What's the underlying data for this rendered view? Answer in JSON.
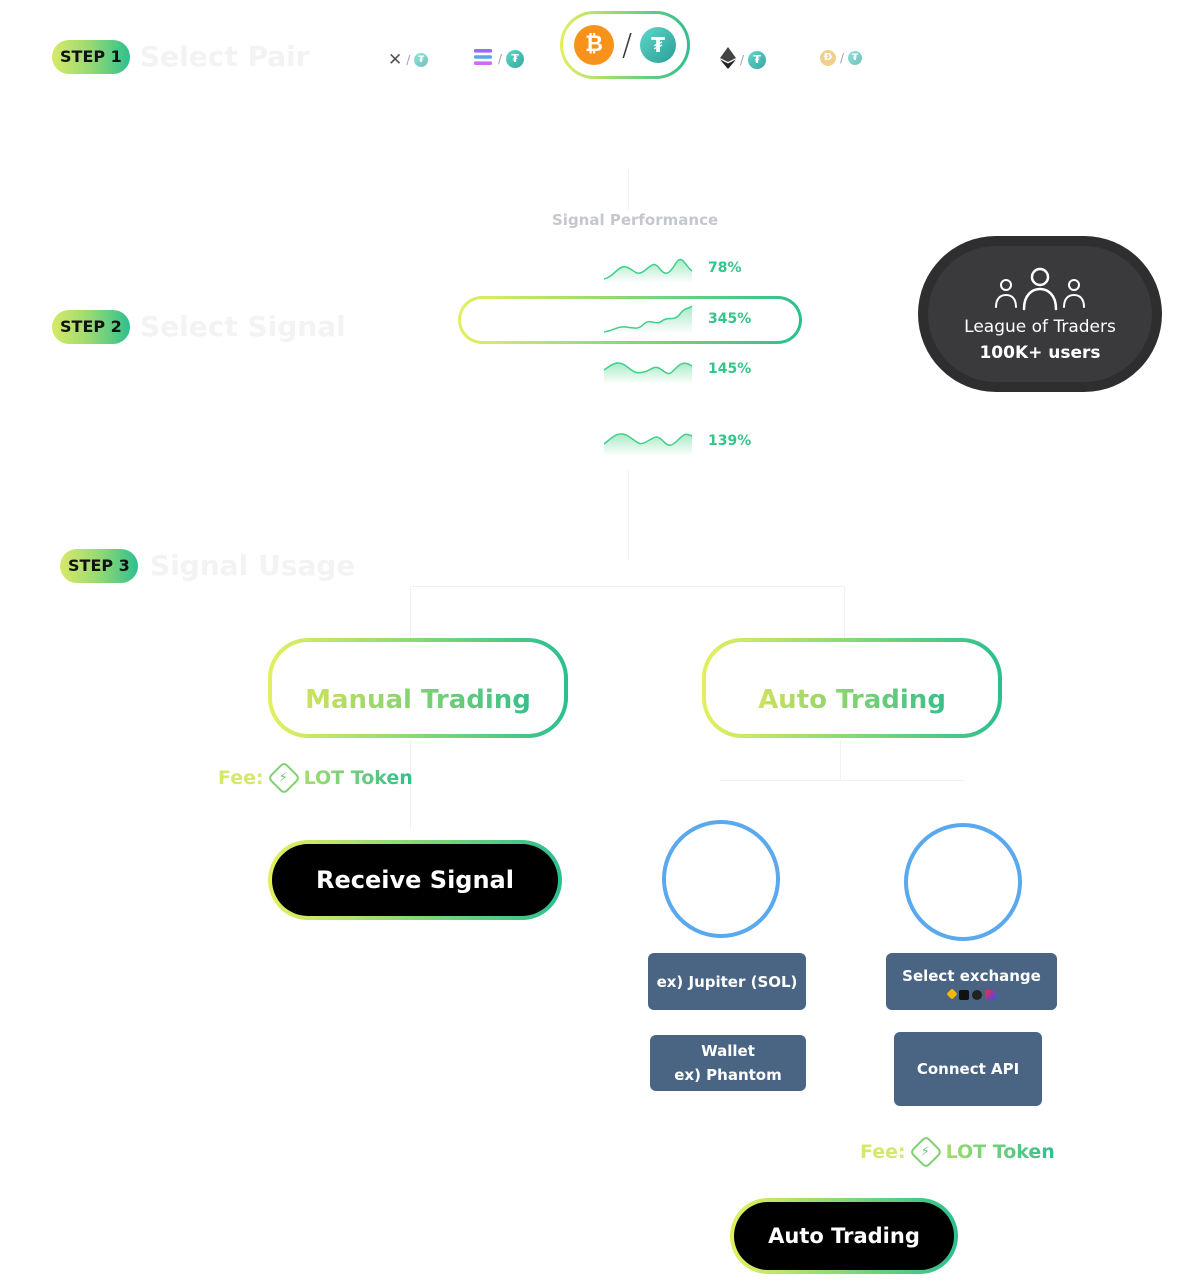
{
  "step1": {
    "badge": "STEP 1",
    "title": "Select Pair"
  },
  "step2": {
    "badge": "STEP 2",
    "title": "Select Signal"
  },
  "step3": {
    "badge": "STEP 3",
    "title": "Signal Usage"
  },
  "pairs": [
    {
      "base_icon": "x-icon",
      "quote_icon": "tether-icon"
    },
    {
      "base_icon": "solana-icon",
      "quote_icon": "tether-icon"
    },
    {
      "base_icon": "bitcoin-icon",
      "quote_icon": "tether-icon",
      "selected": true
    },
    {
      "base_icon": "ethereum-icon",
      "quote_icon": "tether-icon"
    },
    {
      "base_icon": "dogecoin-icon",
      "quote_icon": "tether-icon"
    }
  ],
  "signal_performance": {
    "title": "Signal Performance",
    "rows": [
      {
        "pct": "78%",
        "selected": false
      },
      {
        "pct": "345%",
        "selected": true
      },
      {
        "pct": "145%",
        "selected": false
      },
      {
        "pct": "139%",
        "selected": false
      }
    ]
  },
  "league": {
    "line1": "League of Traders",
    "line2": "100K+ users"
  },
  "modes": {
    "manual": "Manual Trading",
    "auto": "Auto Trading"
  },
  "fee": {
    "label": "Fee:",
    "token": "LOT Token"
  },
  "buttons": {
    "receive_signal": "Receive Signal",
    "auto_trading": "Auto Trading"
  },
  "boxes": {
    "jupiter": "ex) Jupiter (SOL)",
    "wallet_line1": "Wallet",
    "wallet_line2": "ex) Phantom",
    "select_exchange": "Select exchange",
    "connect_api": "Connect API"
  },
  "colors": {
    "gradient_start": "#e4ef5f",
    "gradient_end": "#2bbf8f",
    "percent_green": "#35c48a",
    "box_blue": "#4a6584",
    "circle_blue": "#5aa9ee",
    "league_bg": "#2e2e31",
    "bitcoin_orange": "#f7931a"
  }
}
